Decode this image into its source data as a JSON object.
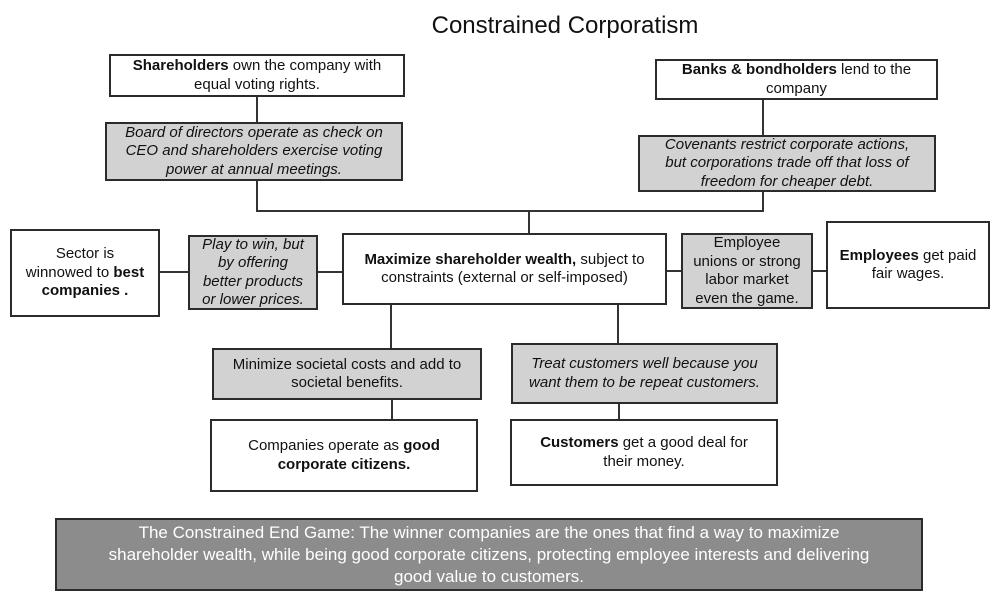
{
  "title": "Constrained Corporatism",
  "colors": {
    "bg": "#ffffff",
    "box_white": "#ffffff",
    "box_gray": "#d2d2d2",
    "box_dark": "#8c8c8c",
    "border": "#2b2b2b",
    "line": "#333333",
    "text": "#111111",
    "text_light": "#ffffff"
  },
  "boxes": {
    "shareholders": {
      "bold": "Shareholders",
      "rest": " own the company with\nequal voting rights."
    },
    "board": {
      "text": "Board of directors operate as check on\nCEO and shareholders exercise voting\npower at annual meetings."
    },
    "banks": {
      "bold": "Banks & bondholders",
      "rest": " lend to the\ncompany"
    },
    "covenants": {
      "text": "Covenants restrict corporate actions,\nbut corporations trade off that loss of\nfreedom for cheaper debt."
    },
    "sector": {
      "pre": "Sector is\nwinnowed to ",
      "bold": "best\ncompanies ."
    },
    "play": {
      "text": "Play to win, but\nby offering\nbetter products\nor lower prices."
    },
    "maximize": {
      "bold": "Maximize shareholder wealth,",
      "rest": " subject to\nconstraints (external or self-imposed)"
    },
    "unions": {
      "text": "Employee\nunions or strong\nlabor market\neven the game."
    },
    "employees": {
      "bold": "Employees",
      "rest": " get paid\nfair wages."
    },
    "minimize": {
      "text": "Minimize societal costs and add to\nsocietal benefits."
    },
    "companies": {
      "pre": "Companies operate as ",
      "bold": "good\ncorporate citizens."
    },
    "treat": {
      "text": "Treat customers well because you\nwant them to be repeat customers."
    },
    "customers": {
      "bold": "Customers",
      "rest": " get a good deal for\ntheir money."
    },
    "endgame": {
      "text": "The Constrained End Game: The winner companies are the ones that find a way to maximize\nshareholder wealth, while being good corporate citizens, protecting employee interests and delivering\ngood value to customers."
    }
  }
}
